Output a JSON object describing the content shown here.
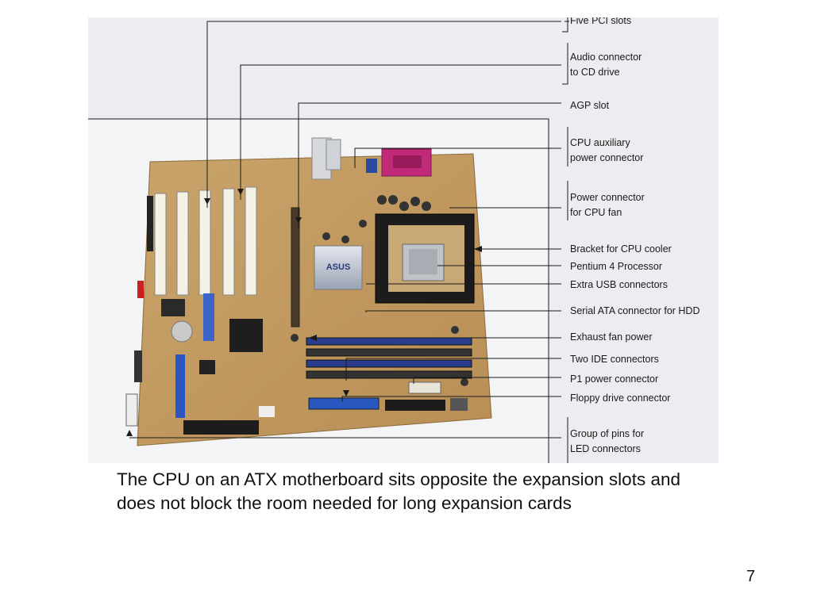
{
  "figure": {
    "board_brand": "ASUS",
    "labels": {
      "pci_slots": [
        "Five PCI slots"
      ],
      "audio_connector": [
        "Audio connector",
        "to CD drive"
      ],
      "agp_slot": [
        "AGP slot"
      ],
      "cpu_aux_power": [
        "CPU auxiliary",
        "power connector"
      ],
      "cpu_fan_power": [
        "Power connector",
        "for CPU fan"
      ],
      "cpu_bracket": [
        "Bracket for CPU cooler"
      ],
      "processor": [
        "Pentium 4 Processor"
      ],
      "usb_connectors": [
        "Extra USB connectors"
      ],
      "sata_connector": [
        "Serial ATA connector for HDD"
      ],
      "exhaust_fan": [
        "Exhaust fan power"
      ],
      "ide_connectors": [
        "Two IDE connectors"
      ],
      "p1_power": [
        "P1 power connector"
      ],
      "floppy_connector": [
        "Floppy drive connector"
      ],
      "led_pins": [
        "Group of pins for",
        "LED connectors"
      ]
    }
  },
  "caption": "The CPU on an ATX motherboard sits opposite the expansion slots and does not block the room needed for long expansion cards",
  "page_number": "7"
}
